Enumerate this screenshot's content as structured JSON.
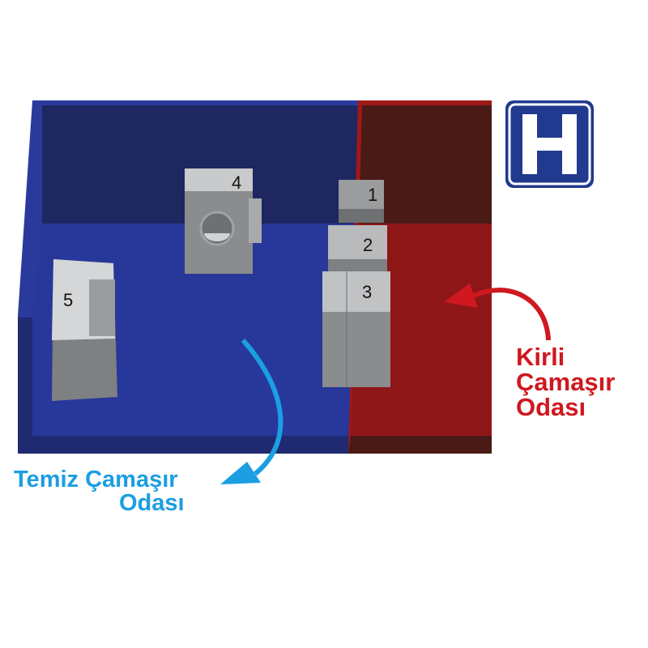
{
  "colors": {
    "clean_room": "#263592",
    "dirty_room": "#8e1616",
    "clean_arrow": "#1b9ee2",
    "dirty_arrow": "#cf1820",
    "sign": "#213a8f"
  },
  "sign": {
    "letter": "H",
    "icon": "hospital-sign-icon"
  },
  "machines": [
    "1",
    "2",
    "3",
    "4",
    "5"
  ],
  "labels": {
    "dirty": [
      "Kirli",
      "Çamaşır",
      "Odası"
    ],
    "clean": [
      "Temiz Çamaşır",
      "Odası"
    ]
  }
}
